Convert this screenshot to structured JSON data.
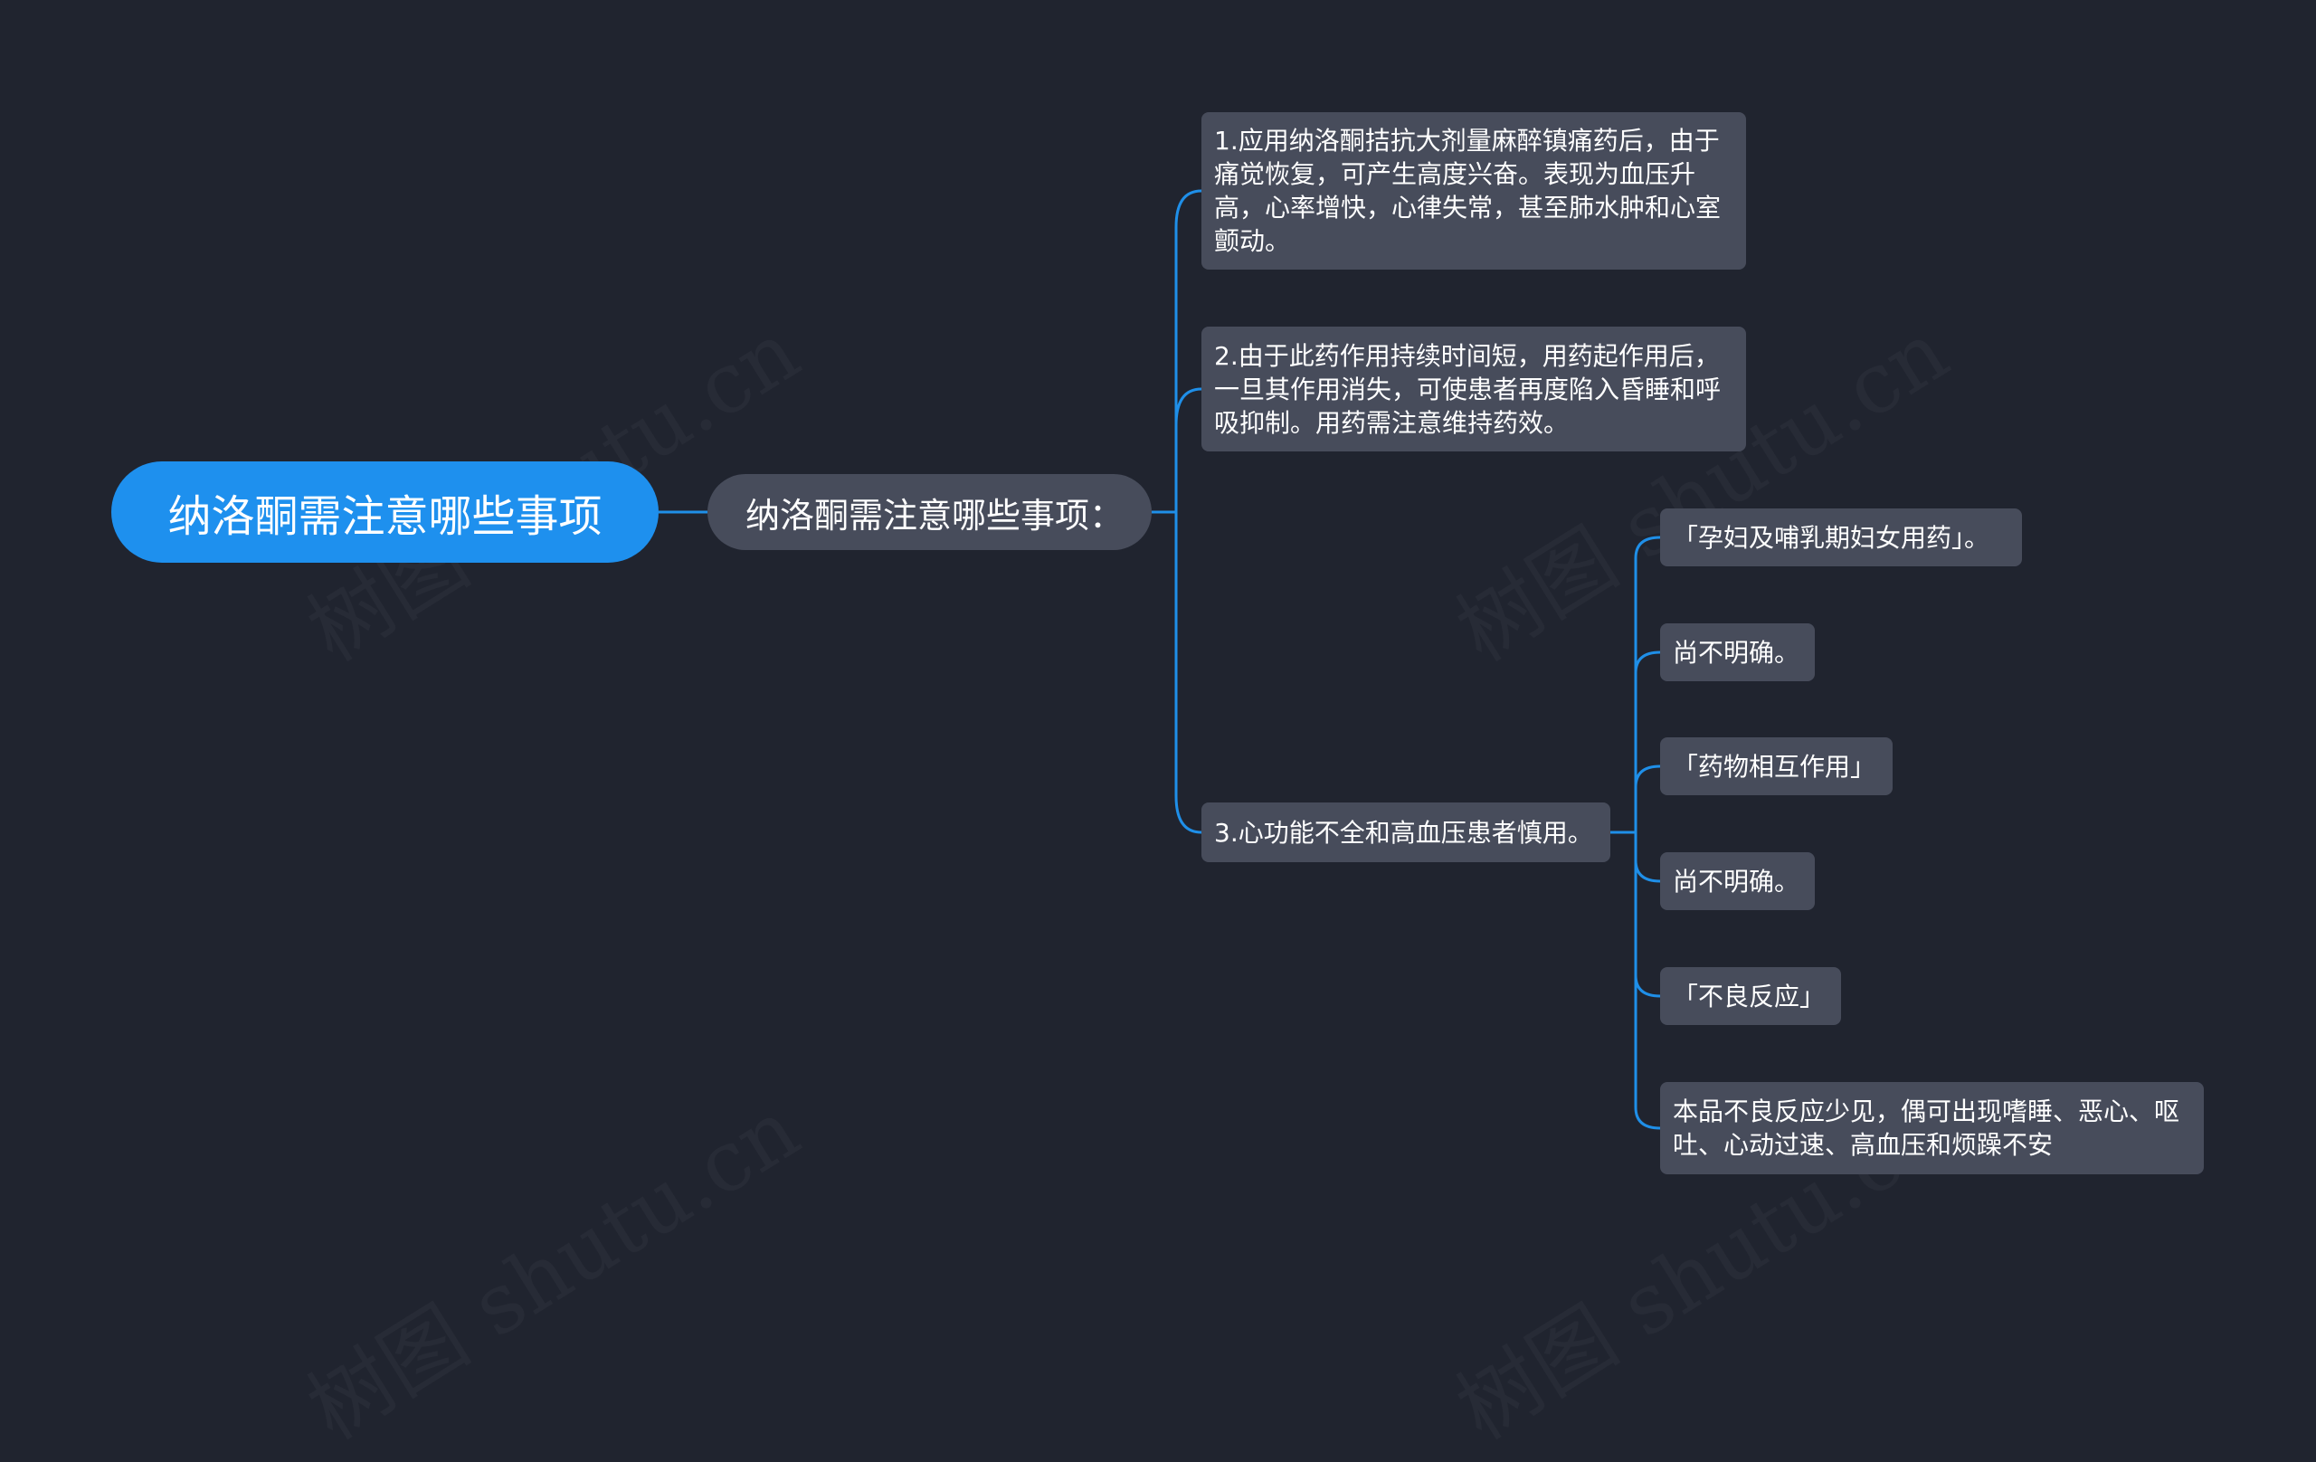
{
  "root": {
    "label": "纳洛酮需注意哪些事项"
  },
  "branch": {
    "label": "纳洛酮需注意哪些事项：",
    "items": [
      {
        "text": "1.应用纳洛酮拮抗大剂量麻醉镇痛药后，由于痛觉恢复，可产生高度兴奋。表现为血压升高，心率增快，心律失常，甚至肺水肿和心室颤动。"
      },
      {
        "text": "2.由于此药作用持续时间短，用药起作用后，一旦其作用消失，可使患者再度陷入昏睡和呼吸抑制。用药需注意维持药效。"
      },
      {
        "text": "3.心功能不全和高血压患者慎用。",
        "children": [
          {
            "text": "「孕妇及哺乳期妇女用药」。"
          },
          {
            "text": "尚不明确。"
          },
          {
            "text": "「药物相互作用」"
          },
          {
            "text": "尚不明确。"
          },
          {
            "text": "「不良反应」"
          },
          {
            "text": "本品不良反应少见，偶可出现嗜睡、恶心、呕吐、心动过速、高血压和烦躁不安"
          }
        ]
      }
    ]
  },
  "watermark": "树图 shutu.cn",
  "colors": {
    "background": "#20242f",
    "root": "#1e90ee",
    "node": "#474c5b",
    "connector": "#1f8fe8"
  }
}
